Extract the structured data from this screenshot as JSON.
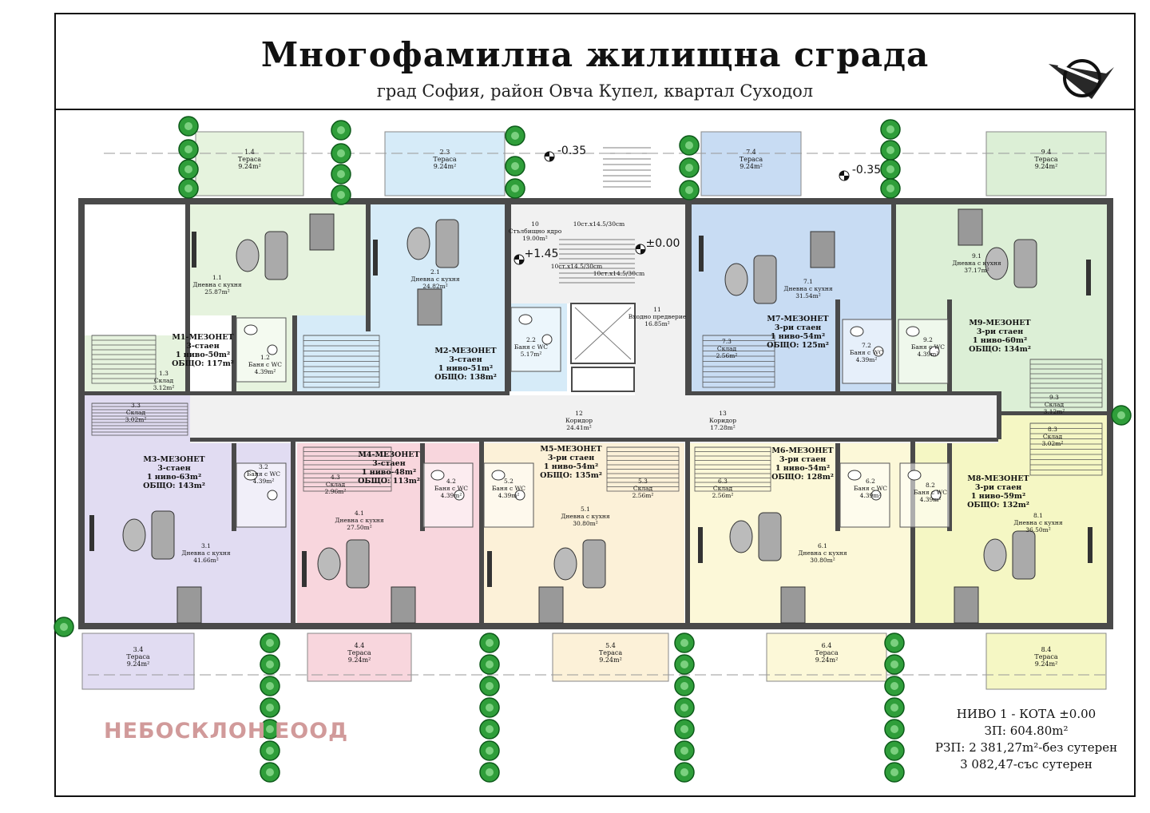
{
  "header": {
    "title": "Многофамилна жилищна сграда",
    "subtitle": "град София, район Овча Купел, квартал Суходол"
  },
  "company": "НЕБОСКЛОН ЕООД",
  "level_info": {
    "line1": "НИВО 1 - КОТА ±0.00",
    "line2": "ЗП: 604.80m²",
    "line3": "РЗП: 2 381,27m²-без сутерен",
    "line4": "3 082,47-със сутерен"
  },
  "colors": {
    "m1": "#e6f3de",
    "m2": "#d6ebf8",
    "m3": "#e1dcf2",
    "m4": "#f8d6dd",
    "m5": "#fcf1d8",
    "m6": "#fcf8d8",
    "m7": "#c8dcf3",
    "m8": "#f5f7c4",
    "m9": "#dcefd6",
    "common": "#f1f1f1",
    "wall": "#4a4a4a",
    "tree": "#2f9e3a"
  },
  "levels": {
    "top_left": "-0.35",
    "top_right": "-0.35",
    "stair": "+1.45",
    "entrance": "±0.00"
  },
  "apartments": [
    {
      "name": "M1-МЕЗОНЕТ",
      "rooms": "3-стаен",
      "level": "1 ниво-50m²",
      "total": "ОБЩО: 117m²"
    },
    {
      "name": "M2-МЕЗОНЕТ",
      "rooms": "3-стаен",
      "level": "1 ниво-51m²",
      "total": "ОБЩО: 138m²"
    },
    {
      "name": "M3-МЕЗОНЕТ",
      "rooms": "3-стаен",
      "level": "1 ниво-63m²",
      "total": "ОБЩО: 143m²"
    },
    {
      "name": "M4-МЕЗОНЕТ",
      "rooms": "3-стаен",
      "level": "1 ниво-48m²",
      "total": "ОБЩО: 113m²"
    },
    {
      "name": "M5-МЕЗОНЕТ",
      "rooms": "3-ри стаен",
      "level": "1 ниво-54m²",
      "total": "ОБЩО: 135m²"
    },
    {
      "name": "M6-МЕЗОНЕТ",
      "rooms": "3-ри стаен",
      "level": "1 ниво-54m²",
      "total": "ОБЩО: 128m²"
    },
    {
      "name": "M7-МЕЗОНЕТ",
      "rooms": "3-ри стаен",
      "level": "1 ниво-54m²",
      "total": "ОБЩО: 125m²"
    },
    {
      "name": "M8-МЕЗОНЕТ",
      "rooms": "3-ри стаен",
      "level": "1 ниво-59m²",
      "total": "ОБЩО: 132m²"
    },
    {
      "name": "M9-МЕЗОНЕТ",
      "rooms": "3-ри стаен",
      "level": "1 ниво-60m²",
      "total": "ОБЩО: 134m²"
    }
  ],
  "rooms": [
    {
      "num": "1.1",
      "name": "Дневна с кухня",
      "area": "25.87m²"
    },
    {
      "num": "1.2",
      "name": "Баня с WC",
      "area": "4.39m²"
    },
    {
      "num": "1.3",
      "name": "Склад",
      "area": "3.12m²"
    },
    {
      "num": "1.4",
      "name": "Тераса",
      "area": "9.24m²"
    },
    {
      "num": "2.1",
      "name": "Дневна с кухня",
      "area": "24.82m²"
    },
    {
      "num": "2.2",
      "name": "Баня с WC",
      "area": "5.17m²"
    },
    {
      "num": "2.3",
      "name": "Тераса",
      "area": "9.24m²"
    },
    {
      "num": "3.1",
      "name": "Дневна с кухня",
      "area": "41.66m²"
    },
    {
      "num": "3.2",
      "name": "Баня с WC",
      "area": "4.39m²"
    },
    {
      "num": "3.3",
      "name": "Склад",
      "area": "3.02m²"
    },
    {
      "num": "3.4",
      "name": "Тераса",
      "area": "9.24m²"
    },
    {
      "num": "4.1",
      "name": "Дневна с кухня",
      "area": "27.50m²"
    },
    {
      "num": "4.2",
      "name": "Баня с WC",
      "area": "4.39m²"
    },
    {
      "num": "4.3",
      "name": "Склад",
      "area": "2.96m²"
    },
    {
      "num": "4.4",
      "name": "Тераса",
      "area": "9.24m²"
    },
    {
      "num": "5.1",
      "name": "Дневна с кухня",
      "area": "30.80m²"
    },
    {
      "num": "5.2",
      "name": "Баня с WC",
      "area": "4.39m²"
    },
    {
      "num": "5.3",
      "name": "Склад",
      "area": "2.56m²"
    },
    {
      "num": "5.4",
      "name": "Тераса",
      "area": "9.24m²"
    },
    {
      "num": "6.1",
      "name": "Дневна с кухня",
      "area": "30.80m²"
    },
    {
      "num": "6.2",
      "name": "Баня с WC",
      "area": "4.39m²"
    },
    {
      "num": "6.3",
      "name": "Склад",
      "area": "2.56m²"
    },
    {
      "num": "6.4",
      "name": "Тераса",
      "area": "9.24m²"
    },
    {
      "num": "7.1",
      "name": "Дневна с кухня",
      "area": "31.54m²"
    },
    {
      "num": "7.2",
      "name": "Баня с WC",
      "area": "4.39m²"
    },
    {
      "num": "7.3",
      "name": "Склад",
      "area": "2.56m²"
    },
    {
      "num": "7.4",
      "name": "Тераса",
      "area": "9.24m²"
    },
    {
      "num": "8.1",
      "name": "Дневна с кухня",
      "area": "36.50m²"
    },
    {
      "num": "8.2",
      "name": "Баня с WC",
      "area": "4.39m²"
    },
    {
      "num": "8.3",
      "name": "Склад",
      "area": "3.02m²"
    },
    {
      "num": "8.4",
      "name": "Тераса",
      "area": "9.24m²"
    },
    {
      "num": "9.1",
      "name": "Дневна с кухня",
      "area": "37.17m²"
    },
    {
      "num": "9.2",
      "name": "Баня с WC",
      "area": "4.39m²"
    },
    {
      "num": "9.3",
      "name": "Склад",
      "area": "3.12m²"
    },
    {
      "num": "9.4",
      "name": "Тераса",
      "area": "9.24m²"
    },
    {
      "num": "10",
      "name": "Стълбищно ядро",
      "area": "19.00m²"
    },
    {
      "num": "11",
      "name": "Входно предверие",
      "area": "16.85m²"
    },
    {
      "num": "12",
      "name": "Коридор",
      "area": "24.41m²"
    },
    {
      "num": "13",
      "name": "Коридор",
      "area": "17.28m²"
    }
  ],
  "stair_notes": [
    "10ст.х14.5/30cm",
    "10ст.х14.5/30cm",
    "10ст.х14.5/30cm"
  ]
}
